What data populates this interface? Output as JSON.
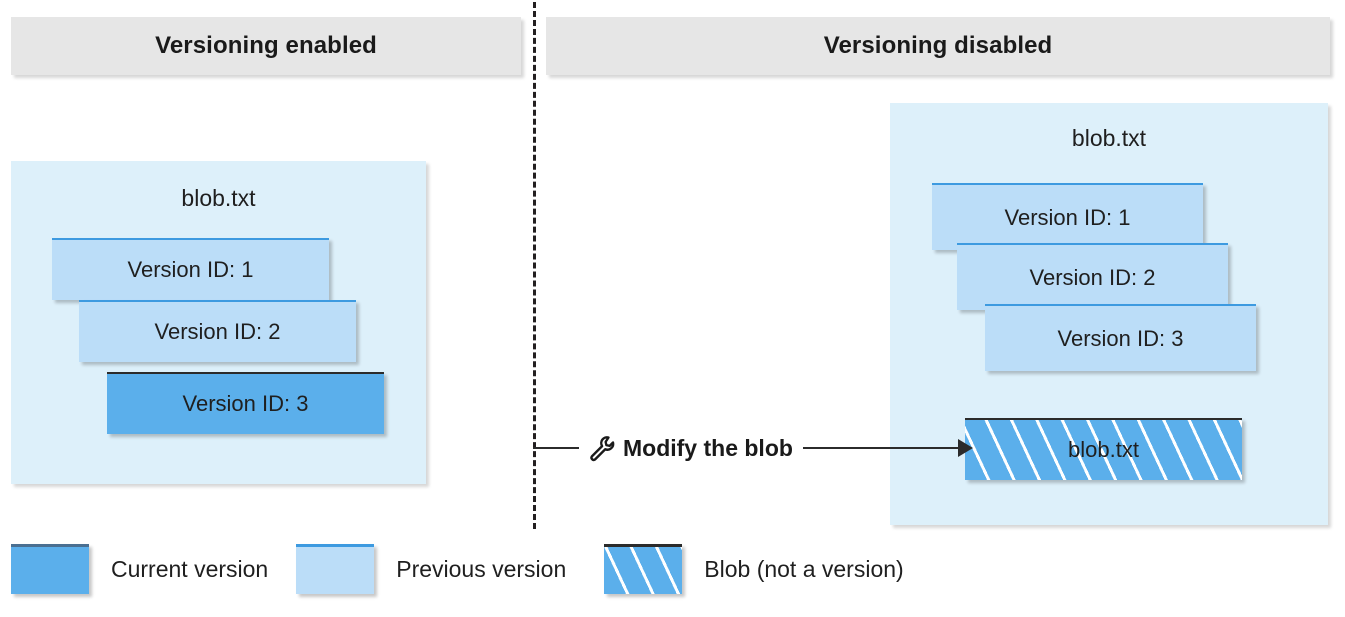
{
  "diagram": {
    "title_left": "Versioning enabled",
    "title_right": "Versioning disabled",
    "panels": {
      "left": {
        "header": "Versioning enabled",
        "blob_name": "blob.txt",
        "versions": [
          {
            "label": "Version ID: 1",
            "kind": "previous"
          },
          {
            "label": "Version ID: 2",
            "kind": "previous"
          },
          {
            "label": "Version ID: 3",
            "kind": "current"
          }
        ]
      },
      "right": {
        "header": "Versioning disabled",
        "blob_name": "blob.txt",
        "versions": [
          {
            "label": "Version ID: 1",
            "kind": "previous"
          },
          {
            "label": "Version ID: 2",
            "kind": "previous"
          },
          {
            "label": "Version ID: 3",
            "kind": "previous"
          }
        ],
        "standalone_blob": {
          "label": "blob.txt",
          "kind": "blob-not-a-version"
        }
      }
    },
    "flow": {
      "icon": "wrench-icon",
      "label": "Modify the blob",
      "arrow": "arrow-right-icon"
    },
    "legend": [
      {
        "label": "Current version",
        "swatch": "current-version-swatch",
        "color": "#5BAFEB"
      },
      {
        "label": "Previous version",
        "swatch": "previous-version-swatch",
        "color": "#BBDDF8"
      },
      {
        "label": "Blob (not a version)",
        "swatch": "blob-hatched-swatch",
        "color": "#5BAFEB"
      }
    ],
    "colors": {
      "header_bar": "#E6E6E6",
      "container_fill": "#DDF0FA",
      "current_version": "#5BAFEB",
      "previous_version": "#BBDDF8",
      "card_border": "#3D9AE0",
      "divider": "#231F20",
      "text": "#1F1F1F"
    }
  }
}
